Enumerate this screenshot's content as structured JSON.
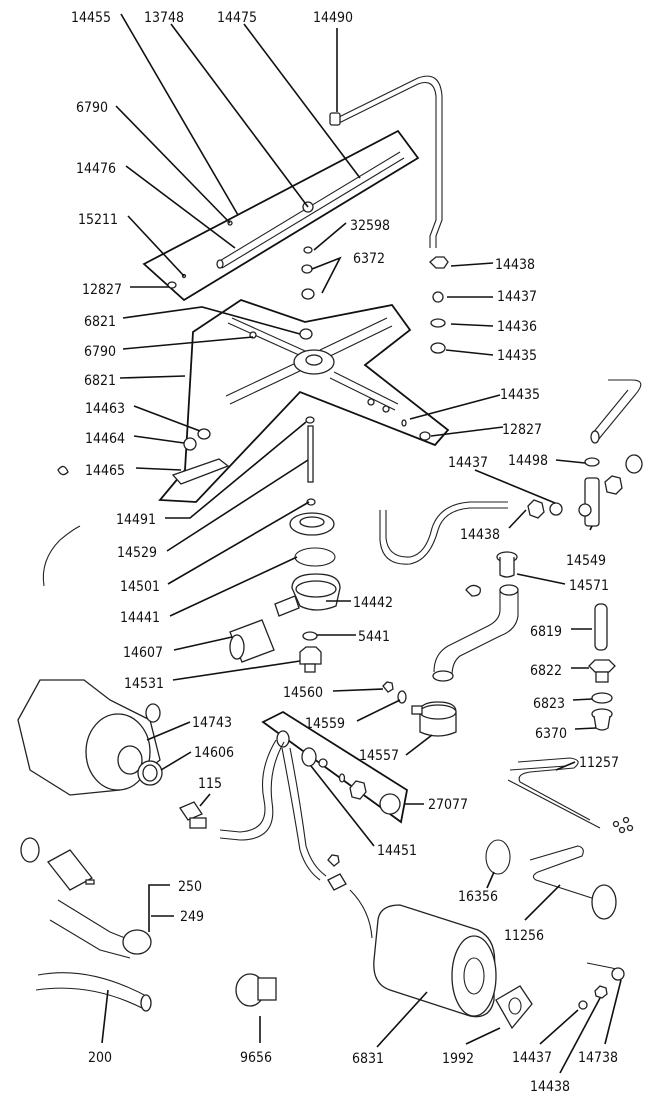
{
  "title": "Exploded parts diagram",
  "background_color": "#ffffff",
  "line_color": "#111111",
  "labels": [
    {
      "id": "l-14455",
      "text": "14455"
    },
    {
      "id": "l-13748",
      "text": "13748"
    },
    {
      "id": "l-14475",
      "text": "14475"
    },
    {
      "id": "l-14490",
      "text": "14490"
    },
    {
      "id": "l-6790a",
      "text": "6790"
    },
    {
      "id": "l-14476",
      "text": "14476"
    },
    {
      "id": "l-15211",
      "text": "15211"
    },
    {
      "id": "l-32598",
      "text": "32598"
    },
    {
      "id": "l-6372",
      "text": "6372"
    },
    {
      "id": "l-12827a",
      "text": "12827"
    },
    {
      "id": "l-14438a",
      "text": "14438"
    },
    {
      "id": "l-14437a",
      "text": "14437"
    },
    {
      "id": "l-14436",
      "text": "14436"
    },
    {
      "id": "l-14435a",
      "text": "14435"
    },
    {
      "id": "l-6821a",
      "text": "6821"
    },
    {
      "id": "l-6790b",
      "text": "6790"
    },
    {
      "id": "l-6821b",
      "text": "6821"
    },
    {
      "id": "l-14463",
      "text": "14463"
    },
    {
      "id": "l-14464",
      "text": "14464"
    },
    {
      "id": "l-14465",
      "text": "14465"
    },
    {
      "id": "l-14435b",
      "text": "14435"
    },
    {
      "id": "l-12827b",
      "text": "12827"
    },
    {
      "id": "l-14437b",
      "text": "14437"
    },
    {
      "id": "l-14498",
      "text": "14498"
    },
    {
      "id": "l-14491",
      "text": "14491"
    },
    {
      "id": "l-14438b",
      "text": "14438"
    },
    {
      "id": "l-14549",
      "text": "14549"
    },
    {
      "id": "l-14529",
      "text": "14529"
    },
    {
      "id": "l-14571",
      "text": "14571"
    },
    {
      "id": "l-14501",
      "text": "14501"
    },
    {
      "id": "l-14441",
      "text": "14441"
    },
    {
      "id": "l-14442",
      "text": "14442"
    },
    {
      "id": "l-14607",
      "text": "14607"
    },
    {
      "id": "l-5441",
      "text": "5441"
    },
    {
      "id": "l-6819",
      "text": "6819"
    },
    {
      "id": "l-14531",
      "text": "14531"
    },
    {
      "id": "l-6822",
      "text": "6822"
    },
    {
      "id": "l-14560",
      "text": "14560"
    },
    {
      "id": "l-6823",
      "text": "6823"
    },
    {
      "id": "l-14559",
      "text": "14559"
    },
    {
      "id": "l-14743",
      "text": "14743"
    },
    {
      "id": "l-6370",
      "text": "6370"
    },
    {
      "id": "l-14606",
      "text": "14606"
    },
    {
      "id": "l-14557",
      "text": "14557"
    },
    {
      "id": "l-11257",
      "text": "11257"
    },
    {
      "id": "l-115",
      "text": "115"
    },
    {
      "id": "l-27077",
      "text": "27077"
    },
    {
      "id": "l-14451",
      "text": "14451"
    },
    {
      "id": "l-250",
      "text": "250"
    },
    {
      "id": "l-249",
      "text": "249"
    },
    {
      "id": "l-16356",
      "text": "16356"
    },
    {
      "id": "l-11256",
      "text": "11256"
    },
    {
      "id": "l-200",
      "text": "200"
    },
    {
      "id": "l-9656",
      "text": "9656"
    },
    {
      "id": "l-6831",
      "text": "6831"
    },
    {
      "id": "l-1992",
      "text": "1992"
    },
    {
      "id": "l-14437c",
      "text": "14437"
    },
    {
      "id": "l-14738",
      "text": "14738"
    },
    {
      "id": "l-14438c",
      "text": "14438"
    }
  ]
}
